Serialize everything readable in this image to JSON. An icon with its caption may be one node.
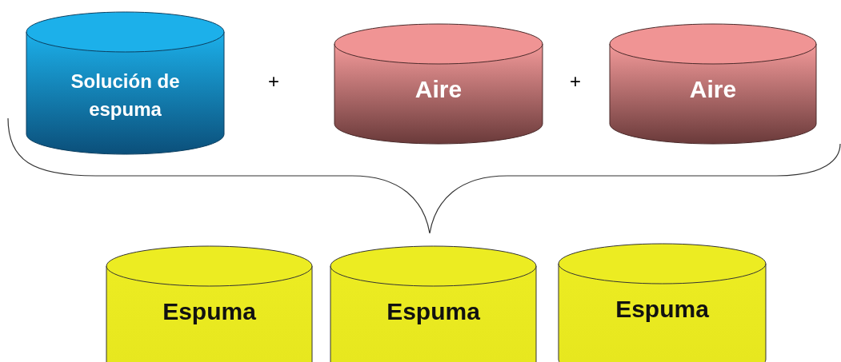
{
  "diagram": {
    "nodes": [
      {
        "text": [
          "Solución de espuma"
        ]
      },
      {
        "text": [
          "Aire"
        ]
      },
      {
        "text": [
          "Aire"
        ]
      },
      {
        "text": [
          "Espuma"
        ]
      },
      {
        "text": [
          "Espuma"
        ]
      },
      {
        "text": [
          "Espuma"
        ]
      }
    ],
    "labels": [
      "+",
      "+"
    ]
  }
}
